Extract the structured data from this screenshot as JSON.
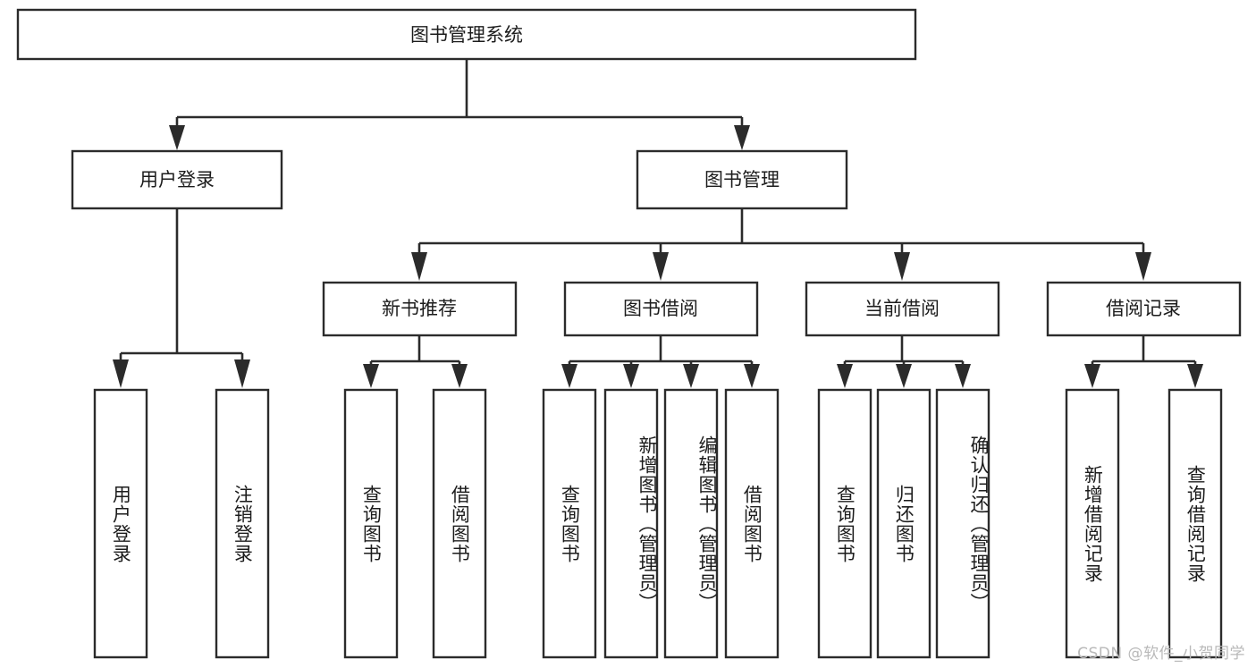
{
  "diagram": {
    "title": "图书管理系统",
    "watermark": "CSDN @软件_小贺同学",
    "colors": {
      "stroke": "#2b2b2b",
      "fill": "#ffffff",
      "text": "#1c1c1c",
      "watermark": "#b9b9b9"
    },
    "root": {
      "label": "图书管理系统"
    },
    "level2": [
      {
        "label": "用户登录"
      },
      {
        "label": "图书管理"
      }
    ],
    "level3": [
      {
        "label": "新书推荐"
      },
      {
        "label": "图书借阅"
      },
      {
        "label": "当前借阅"
      },
      {
        "label": "借阅记录"
      }
    ],
    "leaves": {
      "user_login": [
        {
          "label": "用户登录"
        },
        {
          "label": "注销登录"
        }
      ],
      "new_book_recommend": [
        {
          "label": "查询图书"
        },
        {
          "label": "借阅图书"
        }
      ],
      "book_borrow": [
        {
          "label": "查询图书"
        },
        {
          "label": "新增图书（管理员）"
        },
        {
          "label": "编辑图书（管理员）"
        },
        {
          "label": "借阅图书"
        }
      ],
      "current_borrow": [
        {
          "label": "查询图书"
        },
        {
          "label": "归还图书"
        },
        {
          "label": "确认归还（管理员）"
        }
      ],
      "borrow_record": [
        {
          "label": "新增借阅记录"
        },
        {
          "label": "查询借阅记录"
        }
      ]
    }
  }
}
